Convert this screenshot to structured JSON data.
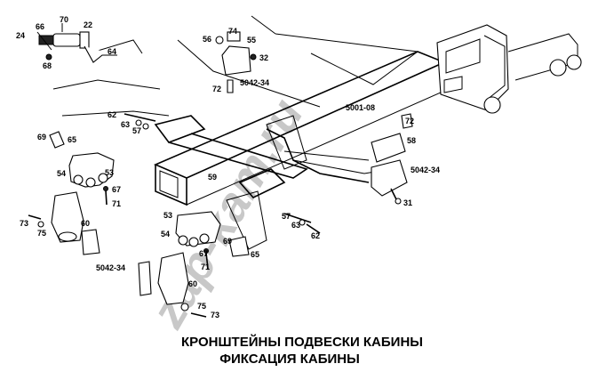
{
  "title": {
    "line1": "КРОНШТЕЙНЫ ПОДВЕСКИ КАБИНЫ",
    "line2": "ФИКСАЦИЯ КАБИНЫ"
  },
  "watermark": "zap-kam.ru",
  "labels": {
    "n24": "24",
    "n66": "66",
    "n70": "70",
    "n22": "22",
    "n68": "68",
    "n64": "64",
    "n56": "56",
    "n74": "74",
    "n55": "55",
    "n32": "32",
    "n72a": "72",
    "n5042a": "5042-34",
    "n62a": "62",
    "n63a": "63",
    "n57a": "57",
    "n69a": "69",
    "n65a": "65",
    "n54a": "54",
    "n53a": "53",
    "n67a": "67",
    "n71a": "71",
    "n73a": "73",
    "n75a": "75",
    "n60a": "60",
    "n5042b": "5042-34",
    "n59": "59",
    "n5001": "5001-08",
    "n72b": "72",
    "n58": "58",
    "n5042c": "5042-34",
    "n31": "31",
    "n53b": "53",
    "n54b": "54",
    "n57b": "57",
    "n63b": "63",
    "n62b": "62",
    "n69b": "69",
    "n67b": "67",
    "n65b": "65",
    "n71b": "71",
    "n60b": "60",
    "n75b": "75",
    "n73b": "73"
  },
  "colors": {
    "line": "#000000",
    "watermark": "#c8c8c8",
    "background": "#ffffff"
  }
}
